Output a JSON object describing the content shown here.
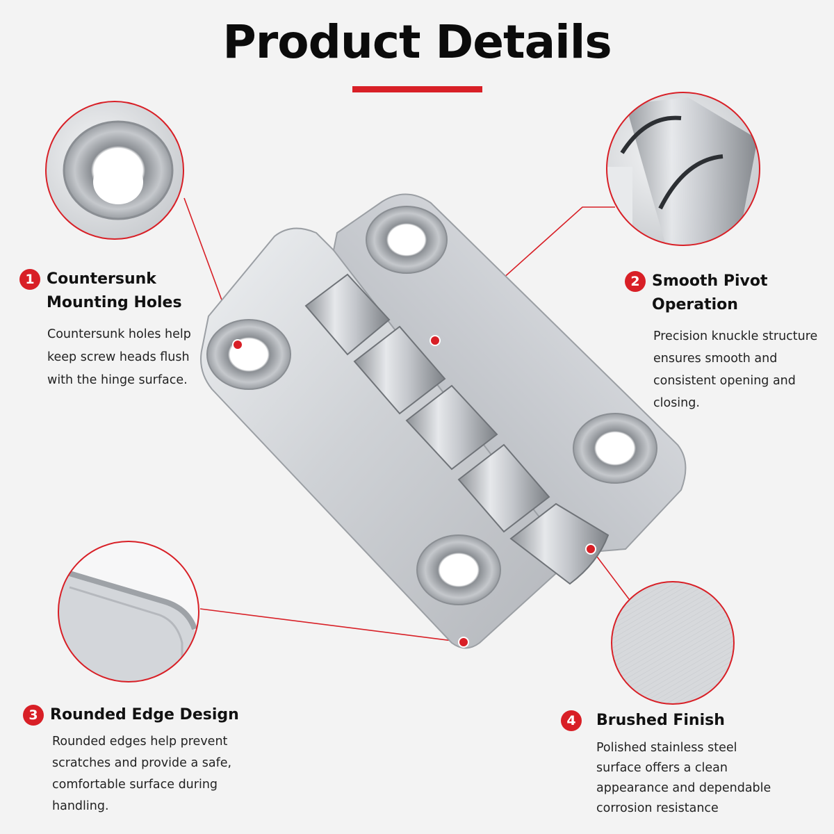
{
  "title": "Product Details",
  "colors": {
    "accent": "#d81f26",
    "background": "#f3f3f3",
    "metal": "#c9ccd1"
  },
  "features": [
    {
      "number": "1",
      "title": "Countersunk\nMounting Holes",
      "description": "Countersunk holes help\nkeep screw heads flush\nwith the hinge surface."
    },
    {
      "number": "2",
      "title": "Smooth Pivot\nOperation",
      "description": "Precision knuckle structure\nensures smooth and\nconsistent opening and\nclosing."
    },
    {
      "number": "3",
      "title": "Rounded Edge Design",
      "description": "Rounded edges help prevent\nscratches and provide a safe,\ncomfortable surface during\nhandling."
    },
    {
      "number": "4",
      "title": "Brushed Finish",
      "description": "Polished stainless steel\nsurface offers a clean\nappearance and dependable\ncorrosion resistance"
    }
  ]
}
